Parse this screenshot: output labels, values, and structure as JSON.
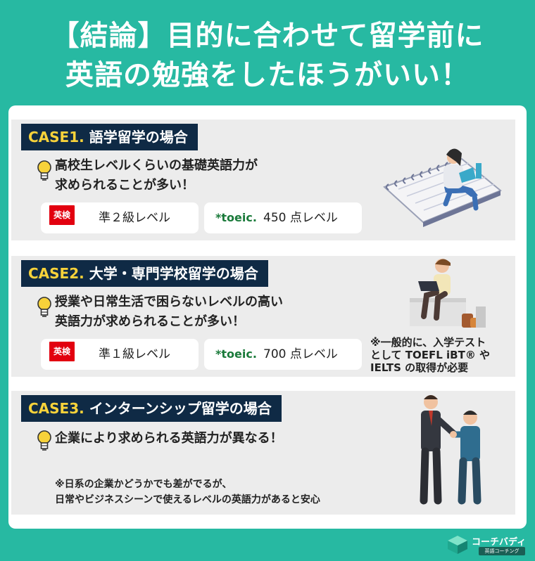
{
  "title": {
    "line1": "【結論】目的に合わせて留学前に",
    "line2": "英語の勉強をしたほうがいい！"
  },
  "cases": [
    {
      "num": "CASE1.",
      "heading": "語学留学の場合",
      "lead1": "高校生レベルくらいの基礎英語力が",
      "lead2": "求められることが多い！",
      "eiken_logo": "英検",
      "eiken_level": "準２級レベル",
      "toeic_logo": "*toeic.",
      "toeic_level": "450 点レベル"
    },
    {
      "num": "CASE2.",
      "heading": "大学・専門学校留学の場合",
      "lead1": "授業や日常生活で困らないレベルの高い",
      "lead2": "英語力が求められることが多い！",
      "eiken_logo": "英検",
      "eiken_level": "準１級レベル",
      "toeic_logo": "*toeic.",
      "toeic_level": "700 点レベル",
      "note1": "※一般的に、入学テスト",
      "note2": "として TOEFL iBT® や",
      "note3": "IELTS の取得が必要"
    },
    {
      "num": "CASE3.",
      "heading": "インターンシップ留学の場合",
      "lead1": "企業により求められる英語力が異なる！",
      "foot1": "※日系の企業かどうかでも差がでるが、",
      "foot2": "日常やビジネスシーンで使えるレベルの英語力があると安心"
    }
  ],
  "logo": {
    "name": "コーチバディ",
    "sub": "英語コーチング"
  },
  "colors": {
    "teal": "#27b9a2",
    "navy": "#0f2a45",
    "accent_yellow": "#f7d23a",
    "eiken_red": "#e2000f",
    "toeic_green": "#1a7a3a"
  }
}
